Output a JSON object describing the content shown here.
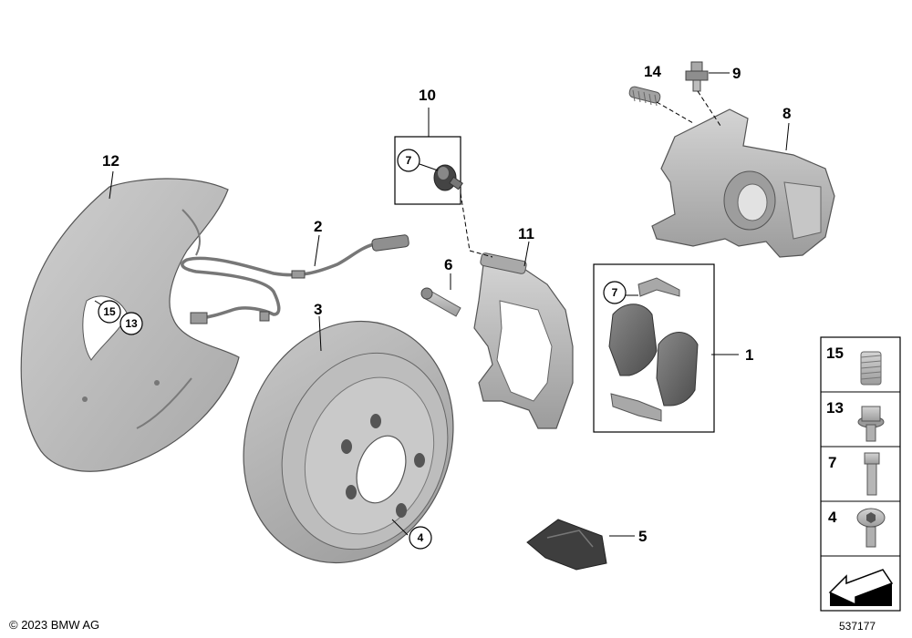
{
  "callouts": {
    "c1": "1",
    "c2": "2",
    "c3": "3",
    "c4": "4",
    "c5": "5",
    "c6": "6",
    "c7": "7",
    "c8": "8",
    "c9": "9",
    "c10": "10",
    "c11": "11",
    "c12": "12",
    "c13": "13",
    "c14": "14",
    "c15": "15"
  },
  "legend": {
    "items": [
      {
        "number": "15",
        "icon": "threaded-insert-icon"
      },
      {
        "number": "13",
        "icon": "flange-bolt-icon"
      },
      {
        "number": "7",
        "icon": "hex-bolt-icon"
      },
      {
        "number": "4",
        "icon": "hex-socket-bolt-icon"
      }
    ],
    "arrow_icon": "arrow-icon"
  },
  "footer": {
    "copyright": "© 2023 BMW AG",
    "diagram_id": "537177"
  },
  "colors": {
    "part_fill": "#b8b8b8",
    "part_dark": "#6e6e6e",
    "part_light": "#d9d9d9",
    "line": "#000000"
  }
}
